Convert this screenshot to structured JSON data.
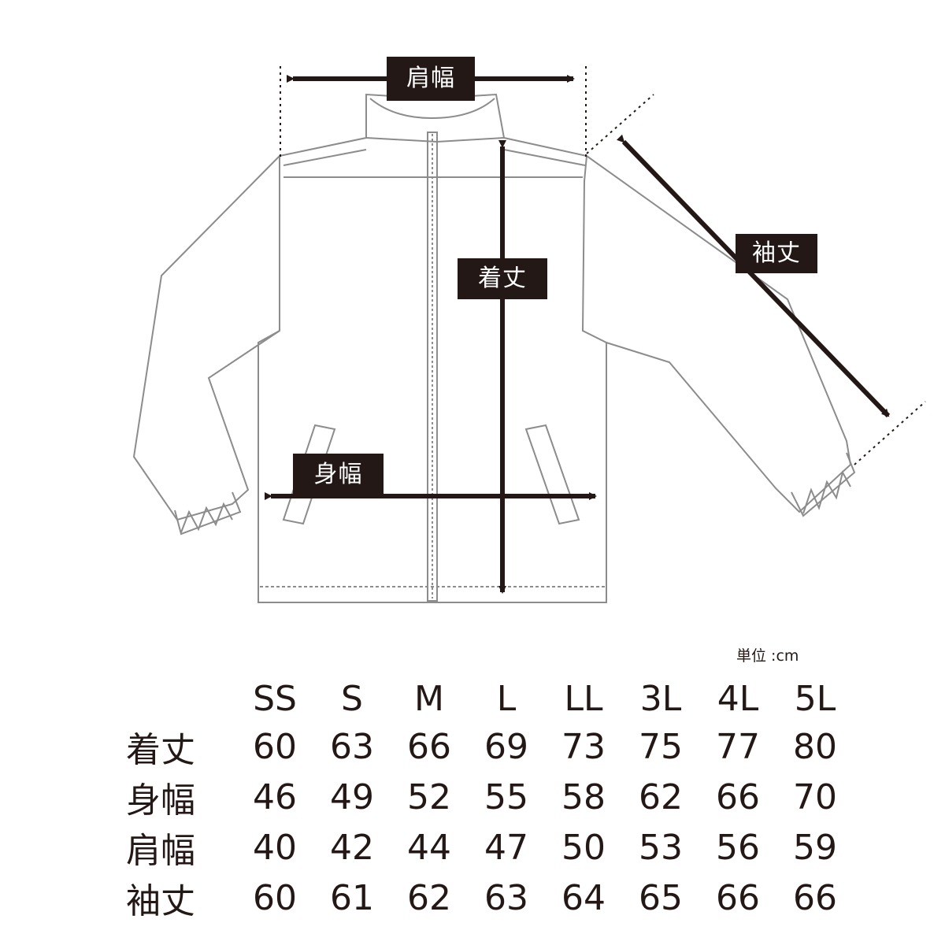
{
  "diagram": {
    "labels": {
      "shoulder_width": "肩幅",
      "sleeve_length": "袖丈",
      "body_length": "着丈",
      "body_width": "身幅"
    },
    "colors": {
      "ink": "#231815",
      "garment_outline": "#8c8c8c"
    }
  },
  "unit_note": "単位 :cm",
  "size_table": {
    "columns": [
      "SS",
      "S",
      "M",
      "L",
      "LL",
      "3L",
      "4L",
      "5L"
    ],
    "rows": [
      {
        "label": "着丈",
        "values": [
          "60",
          "63",
          "66",
          "69",
          "73",
          "75",
          "77",
          "80"
        ]
      },
      {
        "label": "身幅",
        "values": [
          "46",
          "49",
          "52",
          "55",
          "58",
          "62",
          "66",
          "70"
        ]
      },
      {
        "label": "肩幅",
        "values": [
          "40",
          "42",
          "44",
          "47",
          "50",
          "53",
          "56",
          "59"
        ]
      },
      {
        "label": "袖丈",
        "values": [
          "60",
          "61",
          "62",
          "63",
          "64",
          "65",
          "66",
          "66"
        ]
      }
    ]
  }
}
